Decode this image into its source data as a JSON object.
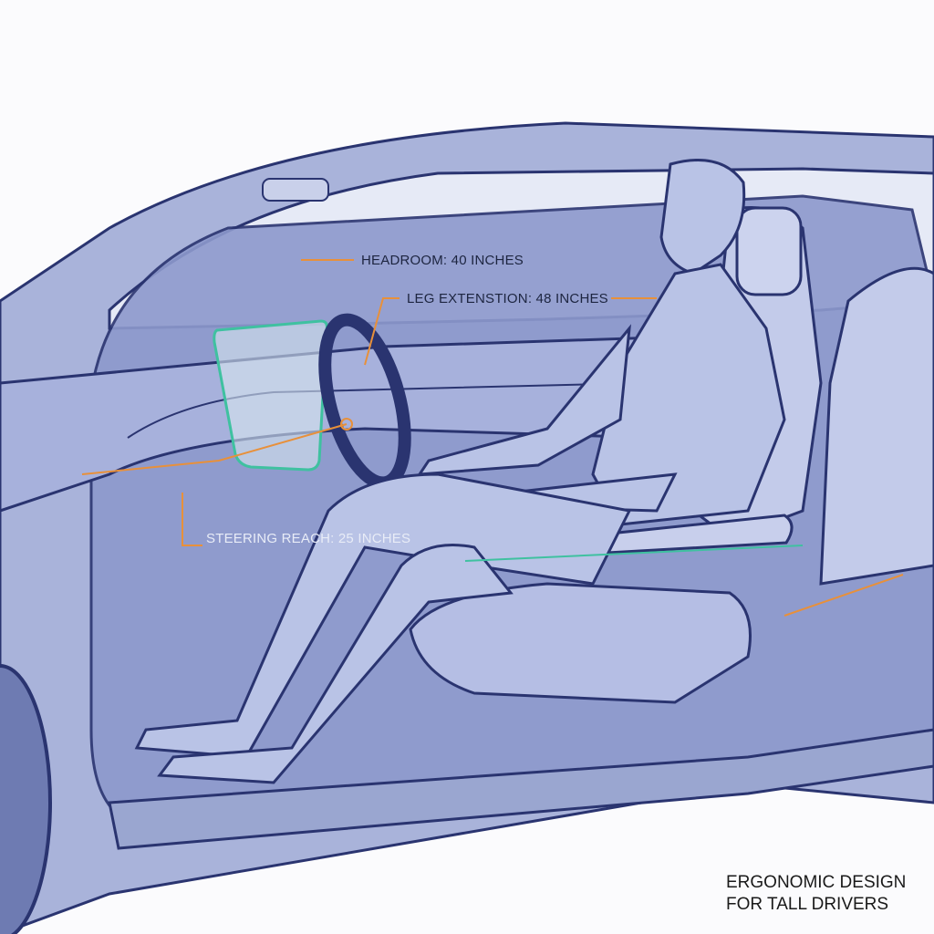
{
  "annotations": {
    "headroom": "HEADROOM: 40 INCHES",
    "leg_extension": "LEG EXTENSTION: 48 INCHES",
    "steering_reach": "STEERING REACH: 25 INCHES"
  },
  "caption": {
    "line1": "ERGONOMIC DESIGN",
    "line2": "FOR TALL DRIVERS"
  },
  "colors": {
    "outline": "#2a3470",
    "body": "#9aa6d0",
    "interior": "#7d8bc2",
    "glass": "#e6eaf6",
    "skin": "#b9c3e6",
    "callout": "#e8903a",
    "accent": "#3fc1a0"
  }
}
